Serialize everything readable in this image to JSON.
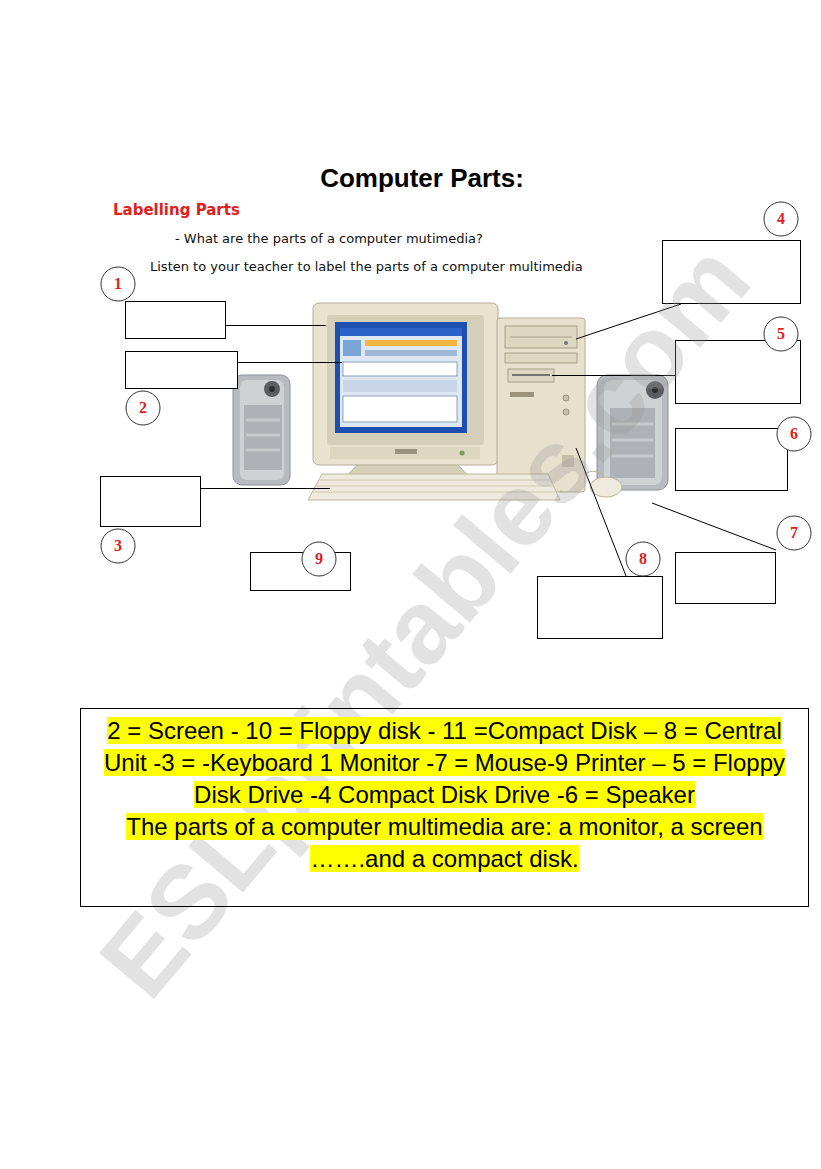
{
  "diagram": {
    "title": "Computer Parts:",
    "nodes": [
      {
        "text": [
          "4"
        ]
      },
      {
        "text": [
          "1"
        ]
      },
      {
        "text": [
          "5"
        ]
      },
      {
        "text": [
          "2"
        ]
      },
      {
        "text": [
          "6"
        ]
      },
      {
        "text": [
          "7"
        ]
      },
      {
        "text": [
          "3"
        ]
      },
      {
        "text": [
          "9"
        ]
      },
      {
        "text": [
          "8"
        ]
      },
      {
        "text": [
          "2 = Screen - 10 = Floppy disk - 11 =Compact Disk – 8 = Central Unit -3 = -Keyboard 1 Monitor -7 = Mouse-9 Printer – 5 = Floppy Disk Drive -4 Compact Disk Drive -6 = Speaker",
          "The parts of a computer multimedia are: a monitor, a screen …….and a compact disk."
        ]
      }
    ],
    "labels": [
      "Labelling Parts",
      "- What are the parts of a computer mutimedia?",
      "Listen to your teacher to label the parts of a computer multimedia",
      "ESLprintables.com"
    ]
  }
}
